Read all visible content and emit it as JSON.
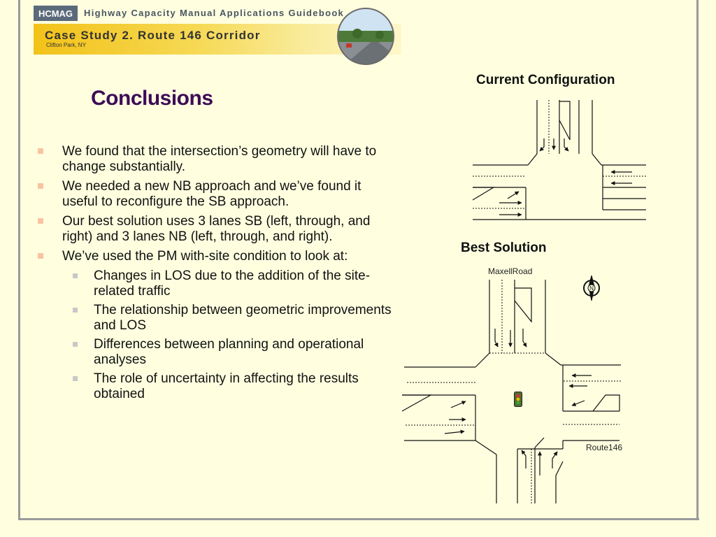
{
  "banner": {
    "badge": "HCMAG",
    "guidebook_title": "Highway Capacity Manual Applications Guidebook",
    "case_title": "Case Study 2. Route 146 Corridor",
    "location": "Clifton Park, NY"
  },
  "slide": {
    "title": "Conclusions",
    "bullets": [
      "We found that the intersection’s geometry will have to change substantially.",
      "We needed a new NB approach and we’ve found it useful to reconfigure the SB approach.",
      "Our best solution uses 3 lanes SB (left, through, and right) and 3 lanes NB (left, through, and right).",
      "We’ve used the PM with-site condition to look at:"
    ],
    "sub_bullets": [
      "Changes in LOS due to the addition of the site-related traffic",
      "The relationship between geometric improvements and LOS",
      "Differences between planning and operational analyses",
      "The role of uncertainty in affecting the results obtained"
    ]
  },
  "diagrams": {
    "current": {
      "label": "Current Configuration"
    },
    "best": {
      "label": "Best Solution",
      "north_street": "MaxellRoad",
      "east_street": "Route146",
      "compass_letter": "N"
    }
  },
  "colors": {
    "background": "#ffffe0",
    "title": "#3d0c57",
    "bullet_square": "#f8c4a0",
    "sub_bullet_square": "#c8c8c8",
    "frame": "#9a9a9a"
  },
  "icons": [
    "north-arrow-icon",
    "traffic-signal-icon",
    "lane-arrow-icon"
  ]
}
